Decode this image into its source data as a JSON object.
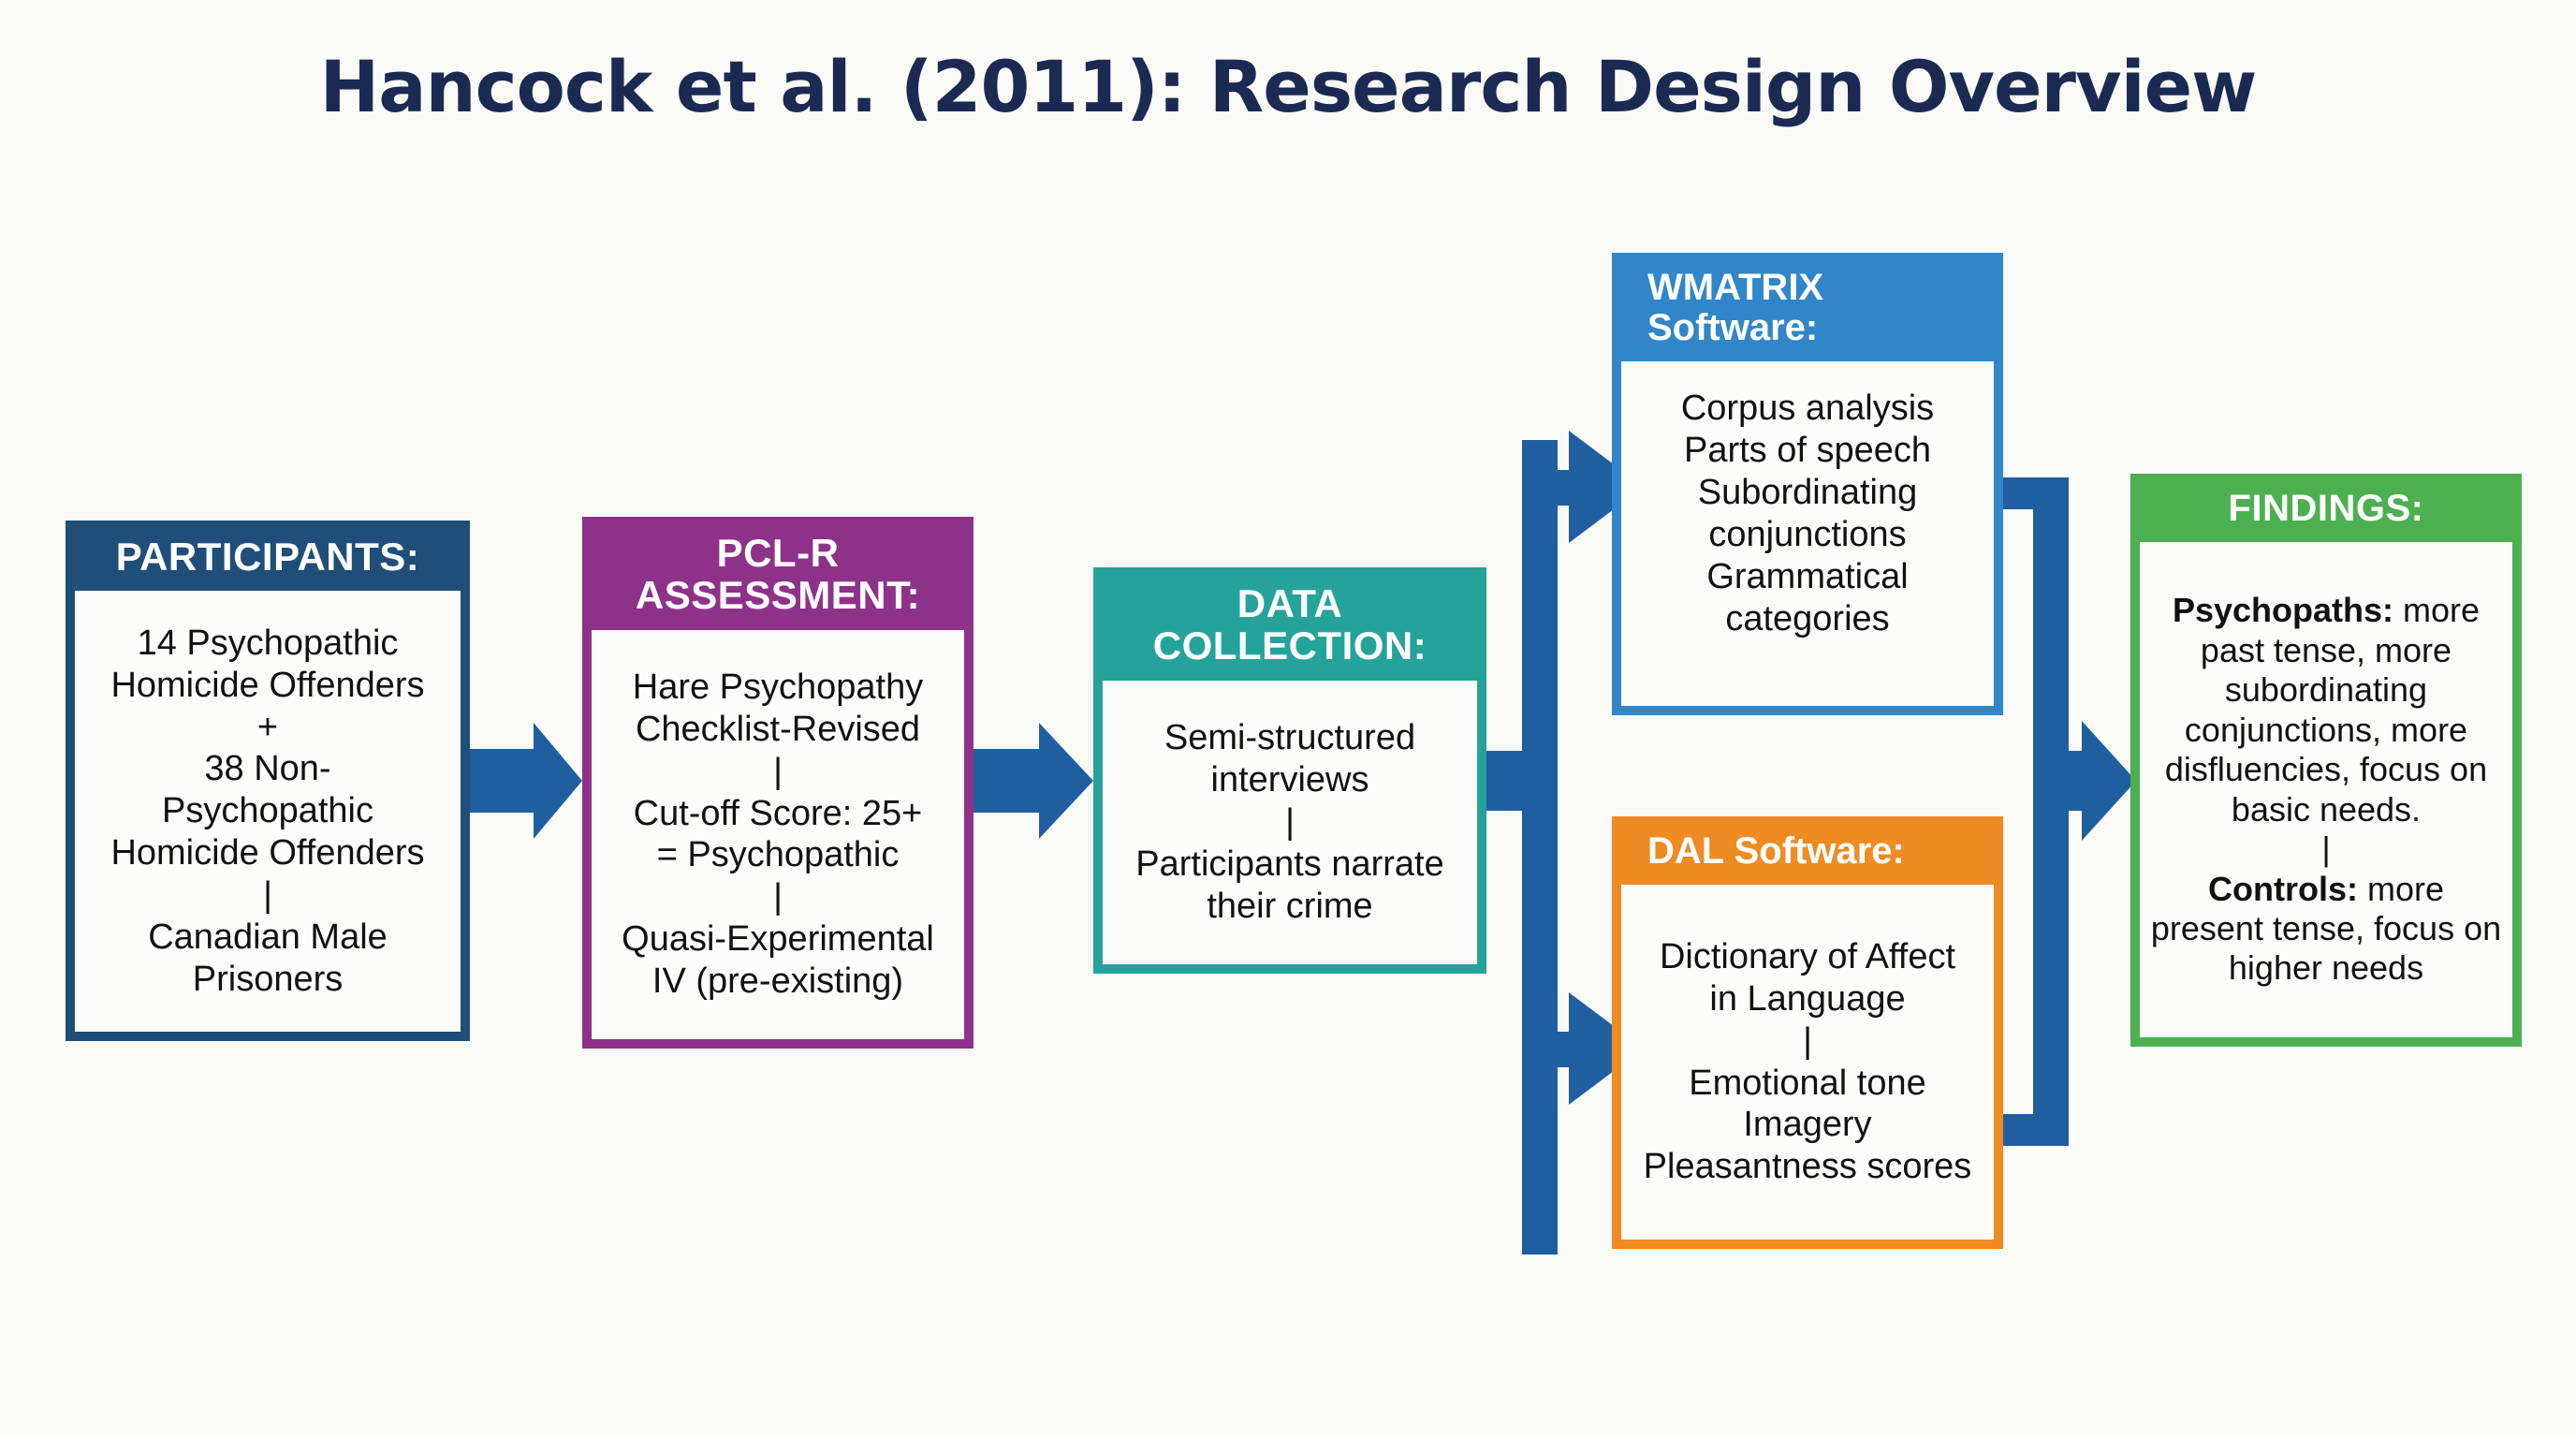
{
  "title": "Hancock et al. (2011): Research Design Overview",
  "colors": {
    "background": "#fafaf7",
    "title_text": "#1b2a52",
    "participants": "#1f4e79",
    "pclr": "#8e3289",
    "data_collection": "#25a39b",
    "wmatrix": "#3086c8",
    "dal": "#ee8b22",
    "findings": "#4caf50",
    "arrow": "#1f5fa0",
    "body_text": "#111111",
    "header_text": "#ffffff"
  },
  "boxes": {
    "participants": {
      "header": "PARTICIPANTS:",
      "lines": [
        "14 Psychopathic",
        "Homicide Offenders",
        "+",
        "38 Non-",
        "Psychopathic",
        "Homicide Offenders",
        "|",
        "Canadian Male",
        "Prisoners"
      ]
    },
    "pclr": {
      "header_line1": "PCL-R",
      "header_line2": "ASSESSMENT:",
      "lines": [
        "Hare Psychopathy",
        "Checklist-Revised",
        "|",
        "Cut-off Score: 25+",
        "= Psychopathic",
        "|",
        "Quasi-Experimental",
        "IV (pre-existing)"
      ]
    },
    "data_collection": {
      "header_line1": "DATA",
      "header_line2": "COLLECTION:",
      "lines": [
        "Semi-structured",
        "interviews",
        "|",
        "Participants narrate",
        "their crime"
      ]
    },
    "wmatrix": {
      "header_line1": "WMATRIX",
      "header_line2": "Software:",
      "lines": [
        "Corpus analysis",
        "Parts of speech",
        "Subordinating",
        "conjunctions",
        "Grammatical",
        "categories"
      ]
    },
    "dal": {
      "header": "DAL Software:",
      "lines": [
        "Dictionary of Affect",
        "in Language",
        "|",
        "Emotional tone",
        "Imagery",
        "Pleasantness scores"
      ]
    },
    "findings": {
      "header": "FINDINGS:",
      "psychopaths_label": "Psychopaths:",
      "psychopaths_text": " more past tense, more subordinating conjunctions, more disfluencies, focus on basic needs.",
      "separator": "|",
      "controls_label": "Controls:",
      "controls_text": " more present tense, focus on higher needs"
    }
  },
  "arrows": [
    {
      "name": "participants-to-pclr",
      "kind": "straight-right"
    },
    {
      "name": "pclr-to-datacollection",
      "kind": "straight-right"
    },
    {
      "name": "datacollection-split-to-software",
      "kind": "split-up-down"
    },
    {
      "name": "software-merge-to-findings",
      "kind": "merge-to-right"
    }
  ]
}
